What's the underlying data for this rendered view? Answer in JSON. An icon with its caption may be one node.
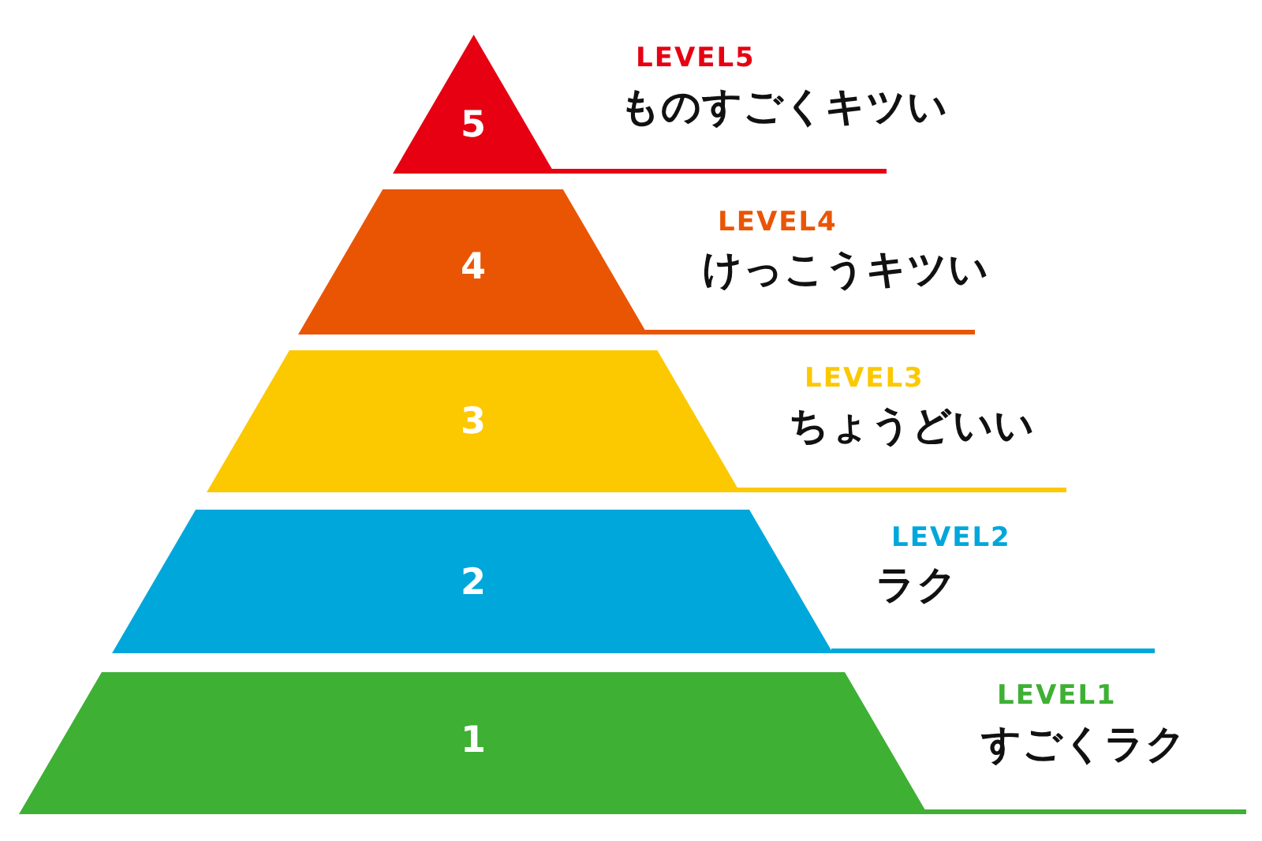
{
  "diagram": {
    "nodes": [
      {
        "text": [
          "5"
        ],
        "beside": [
          "LEVEL5",
          "ものすごくキツい"
        ]
      },
      {
        "text": [
          "4"
        ],
        "beside": [
          "LEVEL4",
          "けっこうキツい"
        ]
      },
      {
        "text": [
          "3"
        ],
        "beside": [
          "LEVEL3",
          "ちょうどいい"
        ]
      },
      {
        "text": [
          "2"
        ],
        "beside": [
          "LEVEL2",
          "ラク"
        ]
      },
      {
        "text": [
          "1"
        ],
        "beside": [
          "LEVEL1",
          "すごくラク"
        ]
      }
    ]
  }
}
